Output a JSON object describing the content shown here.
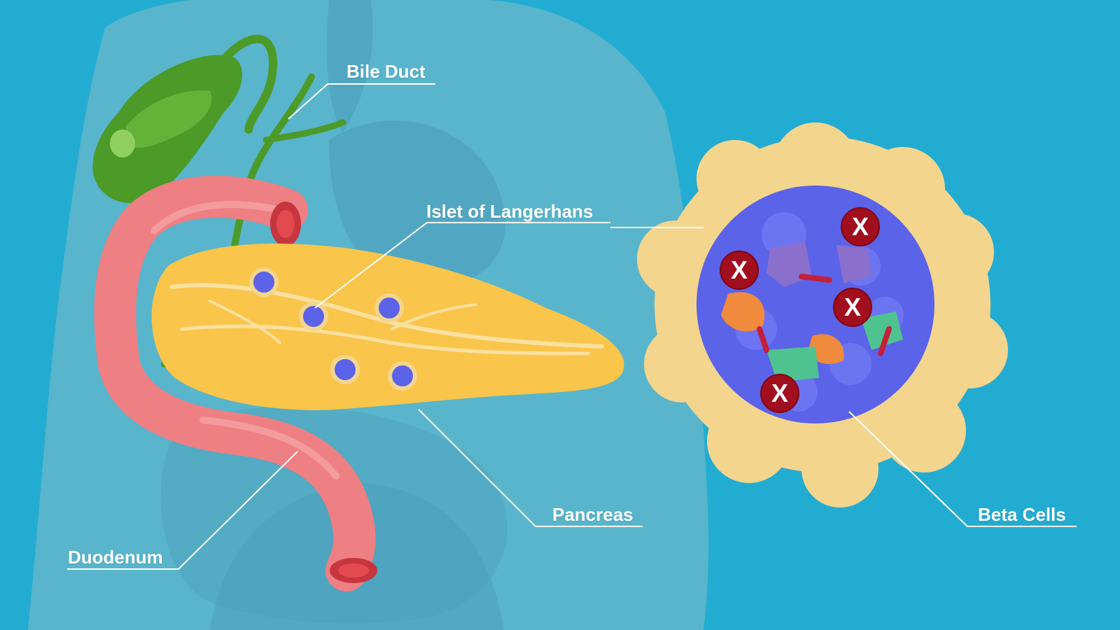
{
  "labels": {
    "bile_duct": "Bile Duct",
    "islet": "Islet of Langerhans",
    "pancreas": "Pancreas",
    "duodenum": "Duodenum",
    "beta_cells": "Beta Cells"
  },
  "marks": {
    "destroyed_cell": "X"
  },
  "colors": {
    "background": "#23acd2",
    "body_silhouette": "#58b5cc",
    "gallbladder": "#4c9a28",
    "duodenum": "#ee7f83",
    "pancreas": "#f9c54a",
    "islet_cells": "#5b63e8",
    "acinar_cells": "#f3d58e",
    "x_mark": "#a10e1e"
  }
}
